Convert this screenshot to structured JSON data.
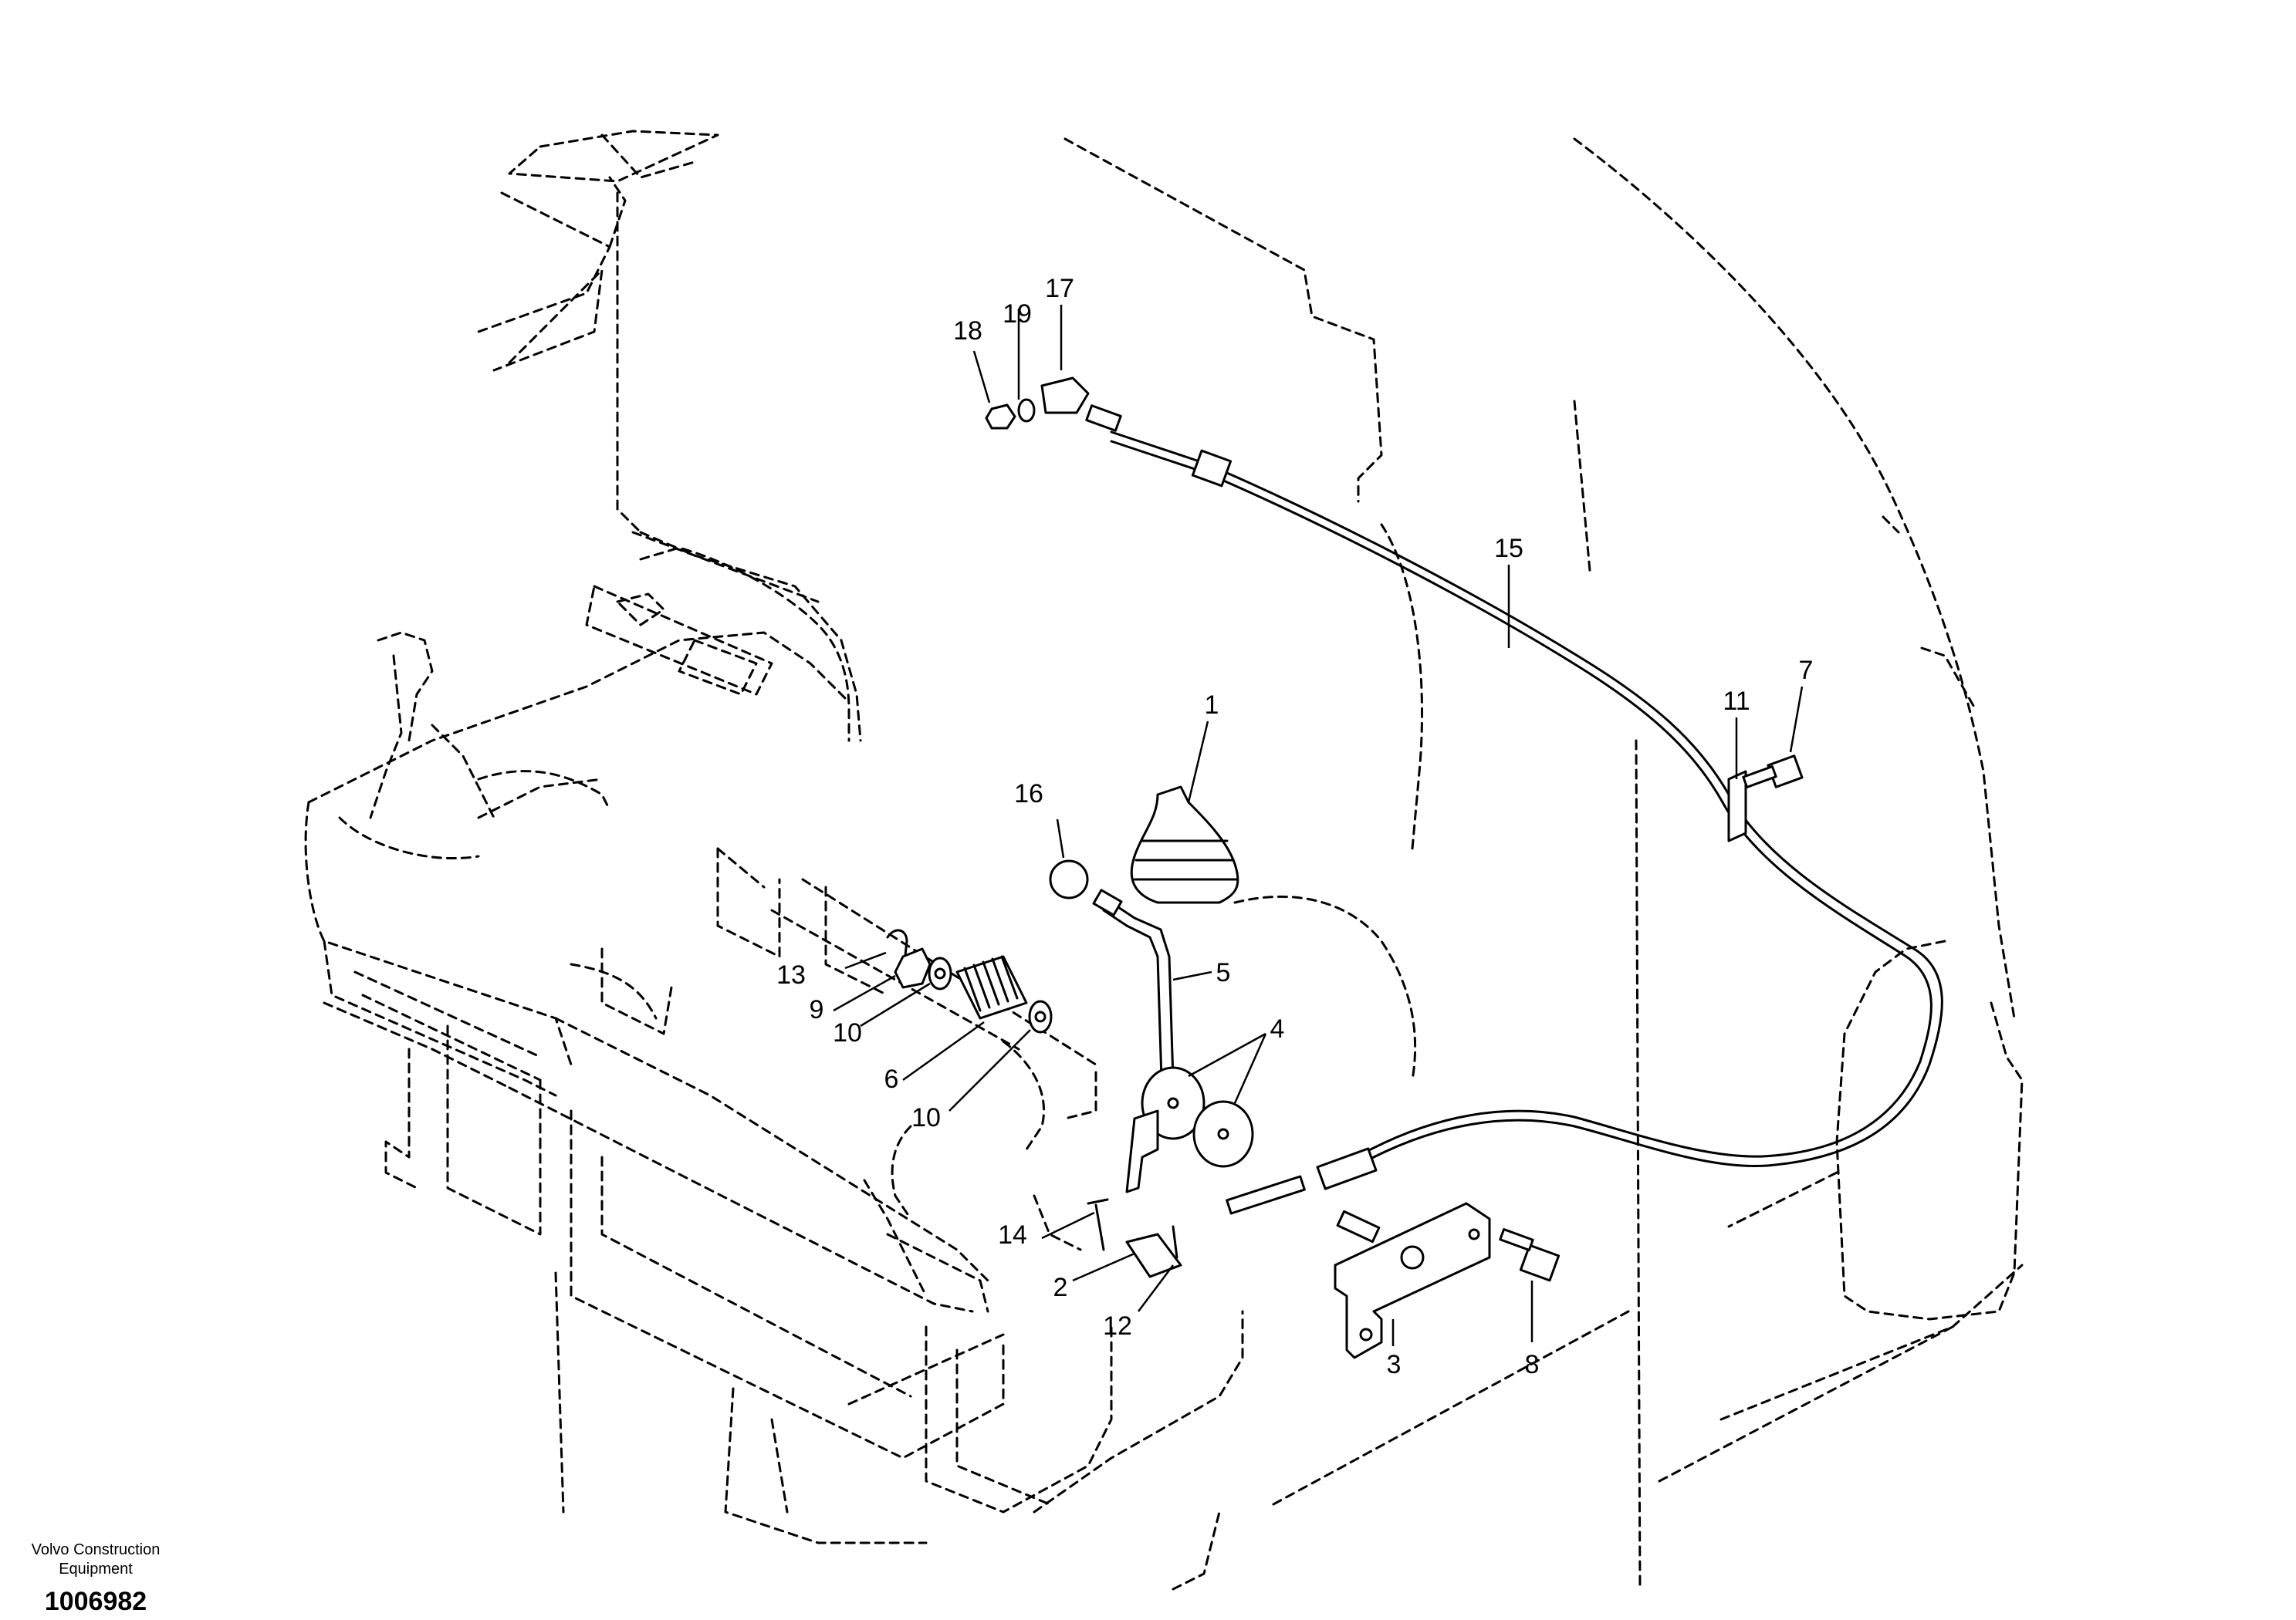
{
  "diagram": {
    "callouts": {
      "p1": "1",
      "p2": "2",
      "p3": "3",
      "p4": "4",
      "p5": "5",
      "p6": "6",
      "p7": "7",
      "p8": "8",
      "p9": "9",
      "p10a": "10",
      "p10b": "10",
      "p11": "11",
      "p12": "12",
      "p13": "13",
      "p14": "14",
      "p15": "15",
      "p16": "16",
      "p17": "17",
      "p18": "18",
      "p19": "19"
    }
  },
  "footer": {
    "company_line1": "Volvo Construction",
    "company_line2": "Equipment",
    "doc_number": "1006982"
  }
}
